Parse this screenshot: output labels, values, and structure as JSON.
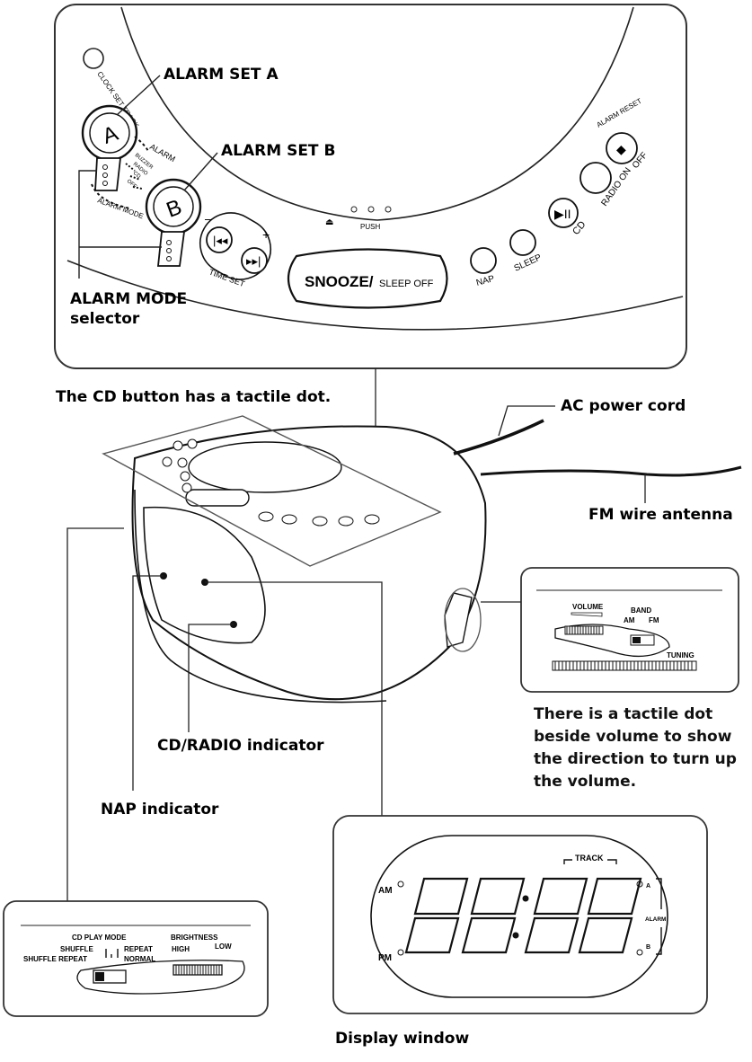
{
  "top_panel": {
    "clock_set_track": "CLOCK SET TRACK",
    "alarm_set_a": "ALARM SET A",
    "alarm_set_b": "ALARM SET B",
    "btn_a": "A",
    "btn_b": "B",
    "alarm_word": "ALARM",
    "alarm_mode_small": "ALARM MODE",
    "buzzer": "BUZZER",
    "radio_small": "RADIO",
    "cd_small": "CD",
    "off_small": "OFF",
    "alarm_mode_selector_line1": "ALARM MODE",
    "alarm_mode_selector_line2": "selector",
    "minus": "–",
    "plus": "+",
    "time_set": "TIME SET",
    "push": "PUSH",
    "snooze_big": "SNOOZE/",
    "snooze_small": "SLEEP OFF",
    "nap": "NAP",
    "sleep": "SLEEP",
    "cd": "CD",
    "radio_on": "RADIO ON",
    "alarm_reset": "ALARM RESET",
    "off": "OFF"
  },
  "captions": {
    "cd_tactile": "The CD button has a tactile dot.",
    "ac_power_cord": "AC power cord",
    "fm_wire_antenna": "FM wire antenna",
    "cd_radio_indicator": "CD/RADIO indicator",
    "nap_indicator": "NAP indicator",
    "display_window": "Display window",
    "volume_note": [
      "There is a tactile dot",
      "beside volume to show",
      "the direction to turn up",
      "the volume."
    ]
  },
  "side_panel": {
    "volume": "VOLUME",
    "band": "BAND",
    "am": "AM",
    "fm": "FM",
    "tuning": "TUNING"
  },
  "display": {
    "track": "TRACK",
    "am": "AM",
    "pm": "PM",
    "a": "A",
    "b": "B",
    "alarm": "ALARM",
    "digits": "88:88"
  },
  "bottom_panel": {
    "cd_play_mode": "CD  PLAY  MODE",
    "brightness": "BRIGHTNESS",
    "shuffle": "SHUFFLE",
    "shuffle_repeat": "SHUFFLE REPEAT",
    "repeat": "REPEAT",
    "normal": "NORMAL",
    "high": "HIGH",
    "low": "LOW"
  }
}
